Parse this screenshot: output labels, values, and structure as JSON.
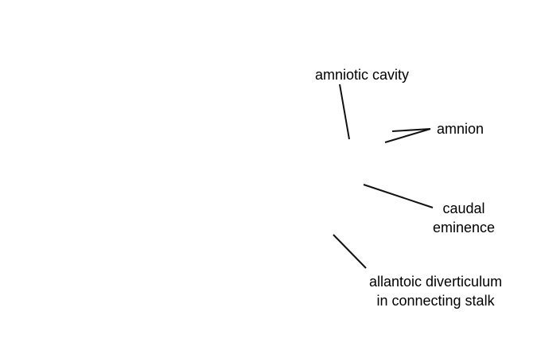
{
  "labels": {
    "amniotic_cavity": "amniotic cavity",
    "amnion": "amnion",
    "caudal_eminence": [
      "caudal",
      "eminence"
    ],
    "allantoic": [
      "allantoic diverticulum",
      "in connecting stalk"
    ]
  },
  "colors": {
    "background": "#ffffff",
    "text": "#000000",
    "line": "#111111"
  }
}
